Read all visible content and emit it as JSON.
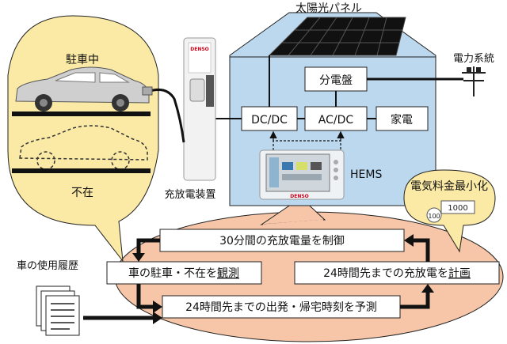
{
  "labels": {
    "solar_panel": "太陽光パネル",
    "grid": "電力系統",
    "distribution_board": "分電盤",
    "dcdc": "DC/DC",
    "acdc": "AC/DC",
    "appliances": "家電",
    "hems": "HEMS",
    "charger": "充放電装置",
    "parked": "駐車中",
    "absent": "不在",
    "cost_min": "電気料金最小化",
    "coin_value": "100",
    "bill_value": "1000",
    "brand": "DENSO",
    "usage_history": "車の使用履歴"
  },
  "flow": {
    "control": "30分間の充放電量を制御",
    "observe_pre": "車の駐車・不在を",
    "observe_u": "観測",
    "plan_pre": "24時間先までの充放電を",
    "plan_u": "計画",
    "predict": "24時間先までの出発・帰宅時刻を予測"
  }
}
